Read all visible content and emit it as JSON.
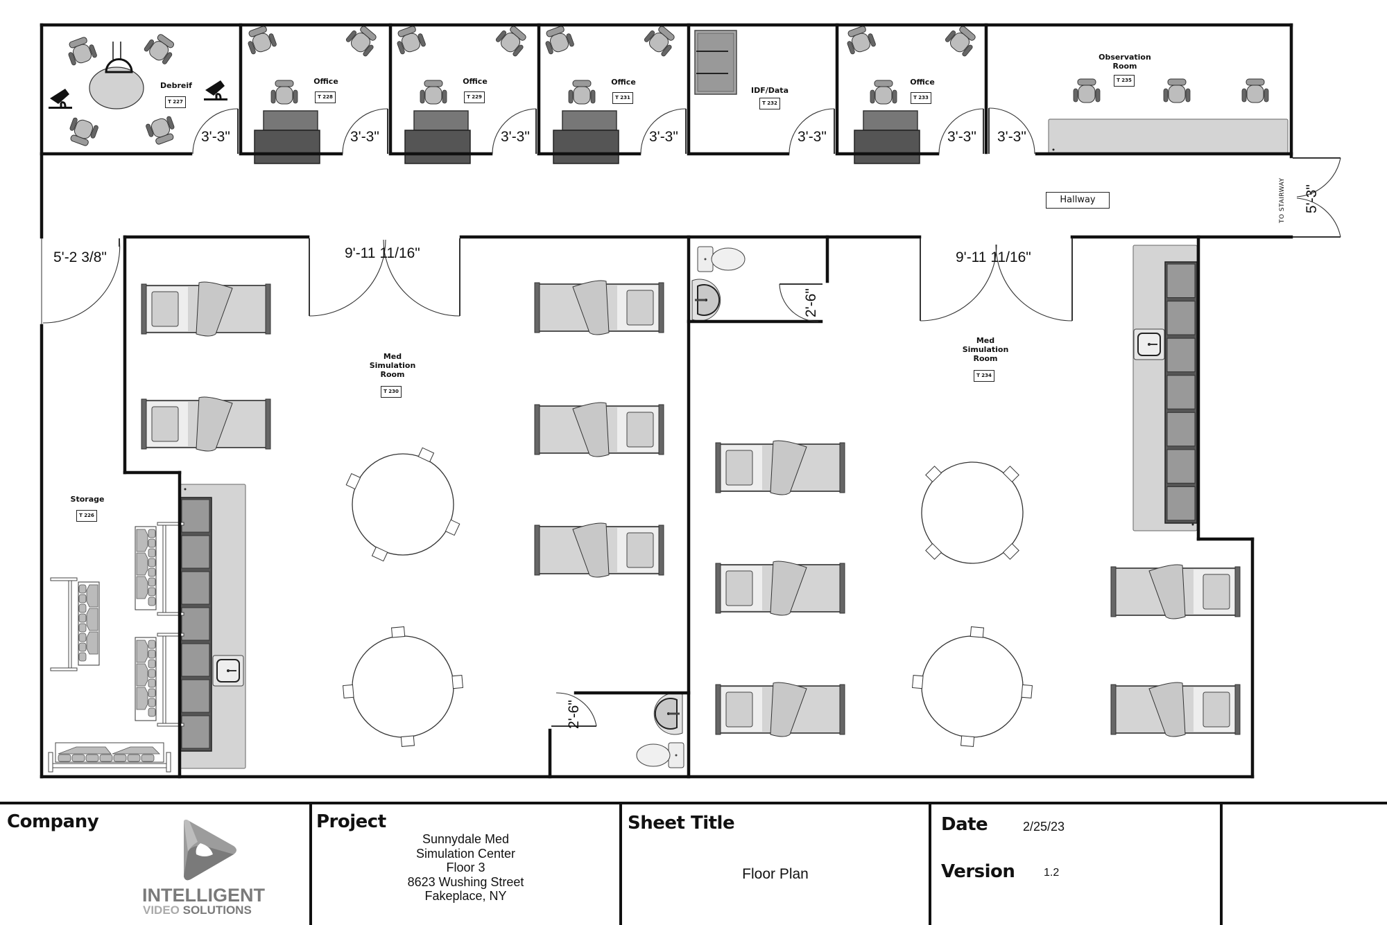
{
  "rooms": [
    {
      "name": "Debreif",
      "tag": "T 227"
    },
    {
      "name": "Office",
      "tag": "T 228"
    },
    {
      "name": "Office",
      "tag": "T 229"
    },
    {
      "name": "Office",
      "tag": "T 231"
    },
    {
      "name": "IDF/Data",
      "tag": "T 232"
    },
    {
      "name": "Office",
      "tag": "T 233"
    },
    {
      "name": "Observation Room",
      "name_line1": "Observation",
      "name_line2": "Room",
      "tag": "T 235"
    },
    {
      "name": "Med Simulation Room",
      "name_line1": "Med",
      "name_line2": "Simulation",
      "name_line3": "Room",
      "tag": "T 230"
    },
    {
      "name": "Med Simulation Room",
      "name_line1": "Med",
      "name_line2": "Simulation",
      "name_line3": "Room",
      "tag": "T 234"
    },
    {
      "name": "Storage",
      "tag": "T 226"
    }
  ],
  "hallway": {
    "label": "Hallway",
    "stairway_label": "TO STAIRWAY"
  },
  "dimensions": {
    "door_debrief": "3'-3\"",
    "door_office_228": "3'-3\"",
    "door_office_229": "3'-3\"",
    "door_office_231": "3'-3\"",
    "door_idf": "3'-3\"",
    "door_office_233": "3'-3\"",
    "door_observation": "3'-3\"",
    "door_stairway": "5'-3\"",
    "door_storage": "5'-2 3/8\"",
    "door_sim_230": "9'-11 11/16\"",
    "door_sim_234": "9'-11 11/16\"",
    "door_bath_upper": "2'-6\"",
    "door_bath_lower": "2'-6\""
  },
  "title_block": {
    "company_heading": "Company",
    "company_logo_line1": "INTELLIGENT",
    "company_logo_line2a": "VIDEO ",
    "company_logo_line2b": "SOLUTIONS",
    "project_heading": "Project",
    "project_lines": [
      "Sunnydale Med",
      "Simulation Center",
      "Floor 3",
      "8623 Wushing Street",
      "Fakeplace, NY"
    ],
    "sheet_title_heading": "Sheet Title",
    "sheet_title": "Floor Plan",
    "date_heading": "Date",
    "date": "2/25/23",
    "version_heading": "Version",
    "version": "1.2"
  },
  "colors": {
    "wall": "#111111",
    "furniture_dark": "#555555",
    "furniture_mid": "#999999",
    "furniture_light": "#d4d4d4"
  }
}
